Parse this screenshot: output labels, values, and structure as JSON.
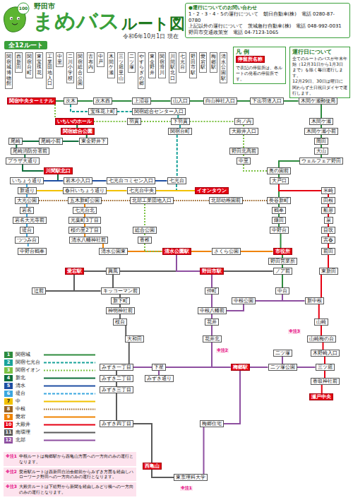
{
  "diagram": {
    "title": "まめバス",
    "nodes": [
      {
        "text": [
          "●運行についてのお問い合わせ",
          "1・2・3・4・5の運行について　朝日自動車(株)　電話 0280-87-0780",
          "上記以外の運行について　茨城急行自動車(株)　電話 048-992-0031",
          "野田市交通政策室　電話 04-7123-1065"
        ]
      },
      {
        "text": [
          "全12ルート"
        ]
      },
      {
        "text": [
          "関宿城博物館"
        ]
      },
      {
        "text": [
          "西新田"
        ]
      },
      {
        "text": [
          "関宿台町"
        ]
      },
      {
        "text": [
          "東宝珠花"
        ]
      },
      {
        "text": [
          "工業団地入口"
        ]
      },
      {
        "text": [
          "中里"
        ]
      },
      {
        "text": [
          "二川小学校"
        ]
      },
      {
        "text": [
          "関宿総合公園"
        ]
      },
      {
        "text": [
          "古布内"
        ]
      },
      {
        "text": [
          "中戸"
        ]
      },
      {
        "text": [
          "木間ケ瀬"
        ]
      },
      {
        "text": [
          "三ツ堀里山"
        ]
      },
      {
        "text": [
          "二ツ塚"
        ]
      },
      {
        "text": [
          "やすらぎの郷"
        ]
      },
      {
        "text": [
          "東金野井"
        ]
      },
      {
        "text": [
          "関宿滑川"
        ]
      },
      {
        "text": [
          "川間駅北口"
        ]
      },
      {
        "text": [
          "七光台"
        ]
      },
      {
        "text": [
          "野田市駅"
        ]
      },
      {
        "text": [
          "愛宕駅"
        ]
      },
      {
        "text": [
          "梅郷駅"
        ]
      },
      {
        "text": [
          "清水公園駅"
        ]
      },
      {
        "text": [
          "凡 例",
          "で表記の停留所は、各ルートの発着の停留所です。"
        ]
      },
      {
        "text": [
          "停留所名称"
        ],
        "in": 24
      },
      {
        "text": [
          "運行日について",
          "全てのルートのバスが年末年始（12月31日から1月3日まで）を除く毎日運行します。",
          "12月29日、30日は曜日に関わらず土日祝日ダイヤで運行します。"
        ]
      },
      {
        "text": [
          "関宿中央ターミナル"
        ]
      },
      {
        "text": [
          "次木"
        ]
      },
      {
        "text": [
          "次木西"
        ]
      },
      {
        "text": [
          "上沼谷"
        ]
      },
      {
        "text": [
          "山入口"
        ]
      },
      {
        "text": [
          "白山神社入口"
        ]
      },
      {
        "text": [
          "下出羽道入口"
        ]
      },
      {
        "text": [
          "木間ケ瀬郵便局"
        ]
      },
      {
        "text": [
          "宝珠花上町"
        ]
      },
      {
        "text": [
          "関宿総合センター入口"
        ]
      },
      {
        "text": [
          "いちいのホール"
        ]
      },
      {
        "text": [
          "羽貫"
        ]
      },
      {
        "text": [
          "下羽貫"
        ]
      },
      {
        "text": [
          "向ノ内"
        ]
      },
      {
        "text": [
          "木間ケ瀬"
        ]
      },
      {
        "text": [
          "関宿総合公園"
        ]
      },
      {
        "text": [
          "関宿台町"
        ]
      },
      {
        "text": [
          "大殿井入口"
        ]
      },
      {
        "text": [
          "木間ケ瀬小前"
        ]
      },
      {
        "text": [
          "尾崎"
        ]
      },
      {
        "text": [
          "尾崎小前"
        ]
      },
      {
        "text": [
          "東金野井下"
        ]
      },
      {
        "text": [
          "岡田"
        ]
      },
      {
        "text": [
          "尾崎消防分署前"
        ]
      },
      {
        "text": [
          "野田北高前"
        ]
      },
      {
        "text": [
          "大山"
        ]
      },
      {
        "text": [
          "プラザ大通り"
        ]
      },
      {
        "text": [
          "中里"
        ]
      },
      {
        "text": [
          "ウェルフェア野田"
        ]
      },
      {
        "text": [
          "川間駅北口"
        ]
      },
      {
        "text": [
          "奥の園前"
        ]
      },
      {
        "text": [
          "いちょう通り"
        ]
      },
      {
        "text": [
          "岩木小入口"
        ]
      },
      {
        "text": [
          "七光台コミセン入口"
        ]
      },
      {
        "text": [
          "七光台"
        ]
      },
      {
        "text": [
          "大戸口"
        ]
      },
      {
        "text": [
          "新通り"
        ]
      },
      {
        "text": [
          "春日いちょう通り"
        ]
      },
      {
        "text": [
          "七光台中央"
        ]
      },
      {
        "text": [
          "イオンタウン"
        ]
      },
      {
        "text": [
          "米崎"
        ]
      },
      {
        "text": [
          "大光公園"
        ]
      },
      {
        "text": [
          "五木新町公園"
        ]
      },
      {
        "text": [
          "北部工業団地入口"
        ]
      },
      {
        "text": [
          "北部幼稚園前"
        ]
      },
      {
        "text": [
          "長谷新町"
        ]
      },
      {
        "text": [
          "田根"
        ]
      },
      {
        "text": [
          "岩名"
        ]
      },
      {
        "text": [
          "七光台北"
        ]
      },
      {
        "text": [
          "鶴奉"
        ]
      },
      {
        "text": [
          "船形"
        ]
      },
      {
        "text": [
          "岩名大光寺前"
        ]
      },
      {
        "text": [
          "光葉町3丁目"
        ]
      },
      {
        "text": [
          "鎌田"
        ]
      },
      {
        "text": [
          "泉"
        ]
      },
      {
        "text": [
          "堤台"
        ]
      },
      {
        "text": [
          "桜の里2丁目"
        ]
      },
      {
        "text": [
          "総合公園"
        ]
      },
      {
        "text": [
          "中野台"
        ]
      },
      {
        "text": [
          "目吹"
        ]
      },
      {
        "text": [
          "つつみ台"
        ]
      },
      {
        "text": [
          "清水八幡神社前"
        ]
      },
      {
        "text": [
          "香椎"
        ]
      },
      {
        "text": [
          "吉春"
        ]
      },
      {
        "text": [
          "中野台鶴奉"
        ]
      },
      {
        "text": [
          "清水公園東"
        ]
      },
      {
        "text": [
          "清水公園駅"
        ]
      },
      {
        "text": [
          "さくら公園"
        ]
      },
      {
        "text": [
          "市役所"
        ]
      },
      {
        "text": [
          "前田"
        ]
      },
      {
        "text": [
          "野田営業所"
        ]
      },
      {
        "text": [
          "愛宕駅"
        ]
      },
      {
        "text": [
          "興風"
        ]
      },
      {
        "text": [
          "野田市駅"
        ]
      },
      {
        "text": [
          "ノア前"
        ]
      },
      {
        "text": [
          "東新田"
        ]
      },
      {
        "text": [
          "辻前"
        ]
      },
      {
        "text": [
          "キッコーマン前"
        ]
      },
      {
        "text": [
          "仲町"
        ]
      },
      {
        "text": [
          "中台"
        ]
      },
      {
        "text": [
          "新下町"
        ]
      },
      {
        "text": [
          "中根公園"
        ]
      },
      {
        "text": [
          "新中根"
        ]
      },
      {
        "text": [
          "神明神社前"
        ]
      },
      {
        "text": [
          "中根八幡前"
        ]
      },
      {
        "text": [
          "桜台"
        ]
      },
      {
        "text": [
          "花井"
        ]
      },
      {
        "text": [
          "山崎"
        ]
      },
      {
        "text": [
          "大和田"
        ]
      },
      {
        "text": [
          "花井北"
        ]
      },
      {
        "text": [
          "山崎梅の台"
        ]
      },
      {
        "text": [
          "二ツ塚"
        ]
      },
      {
        "text": [
          "木野崎入口"
        ]
      },
      {
        "text": [
          "みずき一丁目"
        ]
      },
      {
        "text": [
          "下星"
        ]
      },
      {
        "text": [
          "梅郷駅"
        ]
      },
      {
        "text": [
          "二ツ塚公園"
        ]
      },
      {
        "text": [
          "三ツ堀"
        ]
      },
      {
        "text": [
          "みずき二丁目"
        ]
      },
      {
        "text": [
          "みずき通り"
        ]
      },
      {
        "text": [
          "香取神社前"
        ]
      },
      {
        "text": [
          "みずき三丁目"
        ]
      },
      {
        "text": [
          "瀬戸中央"
        ]
      },
      {
        "text": [
          "みずき四丁目"
        ]
      },
      {
        "text": [
          "梅郷住宅"
        ]
      },
      {
        "text": [
          "西亀山"
        ]
      },
      {
        "text": [
          "東京理科大学"
        ]
      },
      {
        "text": [
          "※注1",
          "中根ルートは梅郷駅から西亀山方面への一方向のみの運行となります。"
        ]
      },
      {
        "text": [
          "※注2",
          "愛宕駅ルートは西新田自治会館前からみずき方面を経由しハローワーク野田への一方向のみの運行となります。"
        ]
      },
      {
        "text": [
          "※注3",
          "大殿井ルートは下総野から新聞を経由しみどり橋への一方向のみの運行となります。"
        ]
      }
    ],
    "edges": [
      {
        "from": 27,
        "to": 28,
        "arrow": "none"
      },
      {
        "from": 28,
        "to": 29,
        "arrow": "none"
      },
      {
        "from": 29,
        "to": 30,
        "arrow": "none"
      },
      {
        "from": 30,
        "to": 31,
        "arrow": "none"
      },
      {
        "from": 31,
        "to": 32,
        "arrow": "none"
      },
      {
        "from": 32,
        "to": 33,
        "arrow": "none"
      },
      {
        "from": 33,
        "to": 34,
        "arrow": "none"
      },
      {
        "from": 34,
        "to": 41,
        "arrow": "none"
      },
      {
        "from": 41,
        "to": 45,
        "arrow": "none"
      },
      {
        "from": 45,
        "to": 49,
        "arrow": "none"
      },
      {
        "from": 49,
        "to": 52,
        "arrow": "none"
      },
      {
        "from": 52,
        "to": 55,
        "arrow": "none"
      },
      {
        "from": 55,
        "to": 57,
        "arrow": "none"
      },
      {
        "from": 57,
        "to": 62,
        "arrow": "none"
      },
      {
        "from": 62,
        "to": 72,
        "arrow": "none"
      },
      {
        "from": 72,
        "to": 76,
        "arrow": "none"
      },
      {
        "from": 76,
        "to": 80,
        "arrow": "none"
      },
      {
        "from": 80,
        "to": 85,
        "arrow": "none"
      },
      {
        "from": 85,
        "to": 95,
        "arrow": "none"
      },
      {
        "from": 95,
        "to": 97,
        "arrow": "none"
      },
      {
        "from": 97,
        "to": 101,
        "arrow": "none"
      },
      {
        "from": 101,
        "to": 106,
        "arrow": "none"
      },
      {
        "from": 28,
        "to": 35,
        "arrow": "none"
      },
      {
        "from": 35,
        "to": 36,
        "arrow": "none"
      },
      {
        "from": 36,
        "to": 39,
        "arrow": "none"
      },
      {
        "from": 39,
        "to": 43,
        "arrow": "none"
      },
      {
        "from": 43,
        "to": 61,
        "arrow": "none"
      },
      {
        "from": 61,
        "to": 66,
        "arrow": "none"
      },
      {
        "from": 37,
        "to": 38,
        "arrow": "none"
      },
      {
        "from": 38,
        "to": 39,
        "arrow": "none"
      },
      {
        "from": 39,
        "to": 40,
        "arrow": "none"
      },
      {
        "from": 40,
        "to": 44,
        "arrow": "none"
      },
      {
        "from": 44,
        "to": 51,
        "arrow": "none"
      },
      {
        "from": 51,
        "to": 54,
        "arrow": "none"
      },
      {
        "from": 54,
        "to": 57,
        "arrow": "none"
      },
      {
        "from": 42,
        "to": 48,
        "arrow": "none"
      },
      {
        "from": 48,
        "to": 47,
        "arrow": "none"
      },
      {
        "from": 47,
        "to": 46,
        "arrow": "none"
      },
      {
        "from": 46,
        "to": 50,
        "arrow": "none"
      },
      {
        "from": 50,
        "to": 53,
        "arrow": "none"
      },
      {
        "from": 53,
        "to": 56,
        "arrow": "none"
      },
      {
        "from": 56,
        "to": 58,
        "arrow": "none"
      },
      {
        "from": 37,
        "to": 42,
        "arrow": "none"
      },
      {
        "from": 27,
        "to": 37,
        "arrow": "none"
      },
      {
        "from": 58,
        "to": 59,
        "arrow": "none"
      },
      {
        "from": 59,
        "to": 60,
        "arrow": "none"
      },
      {
        "from": 60,
        "to": 61,
        "arrow": "none"
      },
      {
        "from": 58,
        "to": 63,
        "arrow": "none"
      },
      {
        "from": 63,
        "to": 68,
        "arrow": "none"
      },
      {
        "from": 68,
        "to": 74,
        "arrow": "none"
      },
      {
        "from": 74,
        "to": 78,
        "arrow": "none"
      },
      {
        "from": 78,
        "to": 82,
        "arrow": "none"
      },
      {
        "from": 82,
        "to": 87,
        "arrow": "none"
      },
      {
        "from": 87,
        "to": 91,
        "arrow": "none"
      },
      {
        "from": 63,
        "to": 64,
        "arrow": "none"
      },
      {
        "from": 64,
        "to": 65,
        "arrow": "none"
      },
      {
        "from": 65,
        "to": 66,
        "arrow": "none"
      },
      {
        "from": 68,
        "to": 69,
        "arrow": "none"
      },
      {
        "from": 69,
        "to": 70,
        "arrow": "none"
      },
      {
        "from": 70,
        "to": 71,
        "arrow": "none"
      },
      {
        "from": 71,
        "to": 72,
        "arrow": "none"
      },
      {
        "from": 69,
        "to": 75,
        "arrow": "none"
      },
      {
        "from": 75,
        "to": 79,
        "arrow": "none"
      },
      {
        "from": 79,
        "to": 83,
        "arrow": "none"
      },
      {
        "from": 83,
        "to": 88,
        "arrow": "none"
      },
      {
        "from": 88,
        "to": 92,
        "arrow": "none"
      },
      {
        "from": 92,
        "to": 93,
        "arrow": "none"
      },
      {
        "from": 93,
        "to": 94,
        "arrow": "none"
      },
      {
        "from": 94,
        "to": 95,
        "arrow": "none"
      },
      {
        "from": 62,
        "to": 67,
        "arrow": "none"
      },
      {
        "from": 67,
        "to": 73,
        "arrow": "none"
      },
      {
        "from": 73,
        "to": 77,
        "arrow": "none"
      },
      {
        "from": 77,
        "to": 81,
        "arrow": "none"
      },
      {
        "from": 81,
        "to": 86,
        "arrow": "none"
      },
      {
        "from": 86,
        "to": 90,
        "arrow": "none"
      },
      {
        "from": 90,
        "to": 96,
        "arrow": "none"
      },
      {
        "from": 96,
        "to": 102,
        "arrow": "none"
      },
      {
        "from": 102,
        "to": 109,
        "arrow": "none"
      },
      {
        "from": 109,
        "to": 114,
        "arrow": "none"
      },
      {
        "from": 114,
        "to": 117,
        "arrow": "none"
      },
      {
        "from": 117,
        "to": 119,
        "arrow": "none"
      },
      {
        "from": 119,
        "to": 124,
        "arrow": "none"
      },
      {
        "from": 124,
        "to": 127,
        "arrow": "none"
      },
      {
        "from": 127,
        "to": 129,
        "arrow": "none"
      },
      {
        "from": 98,
        "to": 99,
        "arrow": "none"
      },
      {
        "from": 99,
        "to": 100,
        "arrow": "none"
      },
      {
        "from": 100,
        "to": 101,
        "arrow": "none"
      },
      {
        "from": 98,
        "to": 103,
        "arrow": "none"
      },
      {
        "from": 103,
        "to": 104,
        "arrow": "none"
      },
      {
        "from": 99,
        "to": 104,
        "arrow": "none"
      },
      {
        "from": 104,
        "to": 107,
        "arrow": "none"
      },
      {
        "from": 107,
        "to": 110,
        "arrow": "none"
      },
      {
        "from": 110,
        "to": 112,
        "arrow": "none"
      },
      {
        "from": 112,
        "to": 115,
        "arrow": "none"
      },
      {
        "from": 115,
        "to": 120,
        "arrow": "none"
      },
      {
        "from": 120,
        "to": 125,
        "arrow": "none"
      },
      {
        "from": 125,
        "to": 128,
        "arrow": "none"
      },
      {
        "from": 128,
        "to": 130,
        "arrow": "none"
      },
      {
        "from": 130,
        "to": 132,
        "arrow": "none"
      },
      {
        "from": 132,
        "to": 133,
        "arrow": "none"
      },
      {
        "from": 93,
        "to": 100,
        "arrow": "none"
      },
      {
        "from": 100,
        "to": 105,
        "arrow": "none"
      },
      {
        "from": 105,
        "to": 111,
        "arrow": "none"
      },
      {
        "from": 111,
        "to": 113,
        "arrow": "none"
      },
      {
        "from": 113,
        "to": 116,
        "arrow": "none"
      },
      {
        "from": 116,
        "to": 122,
        "arrow": "none"
      },
      {
        "from": 122,
        "to": 121,
        "arrow": "none"
      },
      {
        "from": 121,
        "to": 120,
        "arrow": "none"
      },
      {
        "from": 122,
        "to": 123,
        "arrow": "none"
      },
      {
        "from": 123,
        "to": 124,
        "arrow": "none"
      },
      {
        "from": 118,
        "to": 123,
        "arrow": "none"
      },
      {
        "from": 106,
        "to": 108,
        "arrow": "none"
      },
      {
        "from": 108,
        "to": 109,
        "arrow": "none"
      },
      {
        "from": 108,
        "to": 111,
        "arrow": "none"
      },
      {
        "from": 126,
        "to": 121,
        "arrow": "none"
      },
      {
        "from": 122,
        "to": 131,
        "arrow": "none"
      },
      {
        "from": 131,
        "to": 133,
        "arrow": "none"
      },
      {
        "from": 70,
        "to": 84,
        "arrow": "none"
      },
      {
        "from": 84,
        "to": 89,
        "arrow": "none"
      },
      {
        "from": 89,
        "to": 93,
        "arrow": "none"
      }
    ],
    "labels": [
      "野田市",
      "ルート図",
      "令和6年10月1日 現在",
      "100",
      "1",
      "2",
      "3",
      "4",
      "5",
      "6",
      "7",
      "8",
      "9",
      "10",
      "11",
      "12",
      "※注1",
      "※注2",
      "※注3"
    ],
    "legend": [
      {
        "text": "関宿城",
        "color": "#2e8b3e"
      },
      {
        "text": "関宿七光台",
        "color": "#1aa39a"
      },
      {
        "text": "関宿イオン",
        "color": "#7cc243"
      },
      {
        "text": "新北",
        "color": "#0e6e3b"
      },
      {
        "text": "清水",
        "color": "#1f4fa3"
      },
      {
        "text": "堤台",
        "color": "#3aa7e0"
      },
      {
        "text": "中",
        "color": "#f2c200"
      },
      {
        "text": "中根",
        "color": "#9a6324"
      },
      {
        "text": "愛宕",
        "color": "#f08300"
      },
      {
        "text": "大殿井",
        "color": "#e60012"
      },
      {
        "text": "南環理",
        "color": "#5a5a5a"
      },
      {
        "text": "北部",
        "color": "#8e4fa0"
      }
    ]
  }
}
